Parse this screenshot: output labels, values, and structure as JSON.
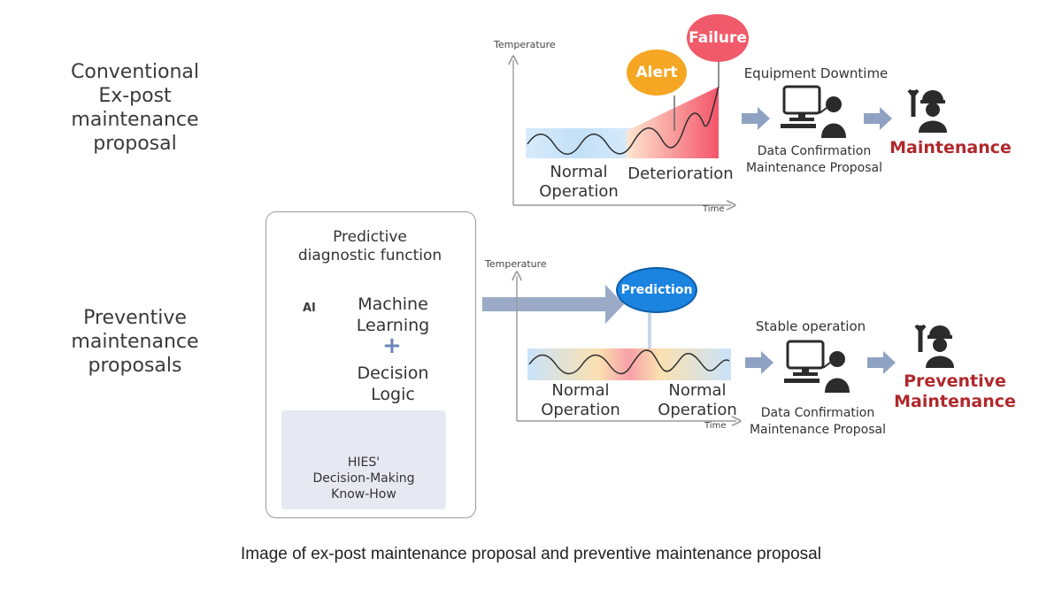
{
  "conventional": {
    "label_lines": [
      "Conventional",
      "Ex-post",
      "maintenance",
      "proposal"
    ],
    "y_axis": "Temperature",
    "x_axis": "Time",
    "alert": "Alert",
    "failure": "Failure",
    "downtime": "Equipment Downtime",
    "normal_operation": [
      "Normal",
      "Operation"
    ],
    "deterioration": "Deterioration",
    "data_confirmation": [
      "Data Confirmation",
      "Maintenance Proposal"
    ],
    "outcome": "Maintenance"
  },
  "preventive": {
    "label_lines": [
      "Preventive",
      "maintenance",
      "proposals"
    ],
    "y_axis": "Temperature",
    "x_axis": "Time",
    "prediction": "Prediction",
    "stable": "Stable operation",
    "normal_left": [
      "Normal",
      "Operation"
    ],
    "normal_right": [
      "Normal",
      "Operation"
    ],
    "data_confirmation": [
      "Data Confirmation",
      "Maintenance Proposal"
    ],
    "outcome": [
      "Preventive",
      "Maintenance"
    ]
  },
  "function_panel": {
    "title": [
      "Predictive",
      "diagnostic function"
    ],
    "ml": [
      "Machine",
      "Learning"
    ],
    "plus": "+",
    "decision": [
      "Decision",
      "Logic"
    ],
    "ai_badge": "AI",
    "knowhow": [
      "HIES'",
      "Decision-Making",
      "Know-How"
    ]
  },
  "caption": "Image of ex-post maintenance proposal and preventive maintenance proposal",
  "colors": {
    "alert": "#f5a623",
    "failure": "#f05a6a",
    "prediction": "#1a84e0",
    "red_text": "#b0282c",
    "arrow": "#8fa2c4"
  }
}
